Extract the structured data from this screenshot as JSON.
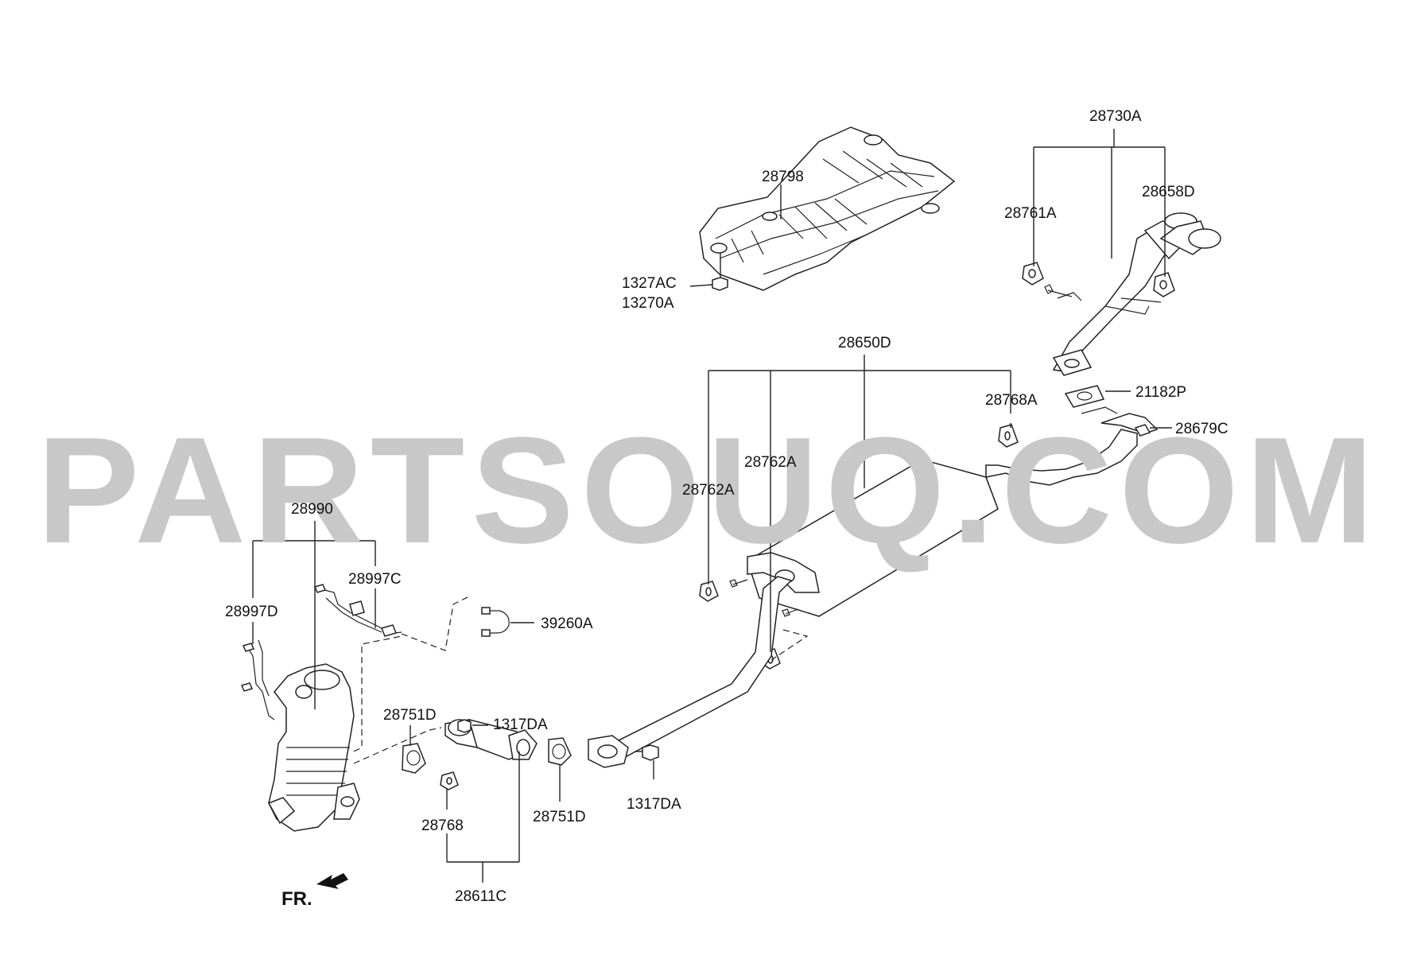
{
  "watermark": "PARTSOUQ.COM",
  "front_marker": "FR.",
  "labels": {
    "l28798": "28798",
    "l1327AC": "1327AC",
    "l13270A": "13270A",
    "l28730A": "28730A",
    "l28761A": "28761A",
    "l28658D": "28658D",
    "l28650D": "28650D",
    "l28768A": "28768A",
    "l21182P": "21182P",
    "l28679C": "28679C",
    "l28762A_center": "28762A",
    "l28762A_left": "28762A",
    "l28990": "28990",
    "l28997C": "28997C",
    "l28997D": "28997D",
    "l39260A": "39260A",
    "l28751D_top": "28751D",
    "l1317DA_top": "1317DA",
    "l28768": "28768",
    "l28751D_bottom": "28751D",
    "l1317DA_bottom": "1317DA",
    "l28611C": "28611C"
  }
}
